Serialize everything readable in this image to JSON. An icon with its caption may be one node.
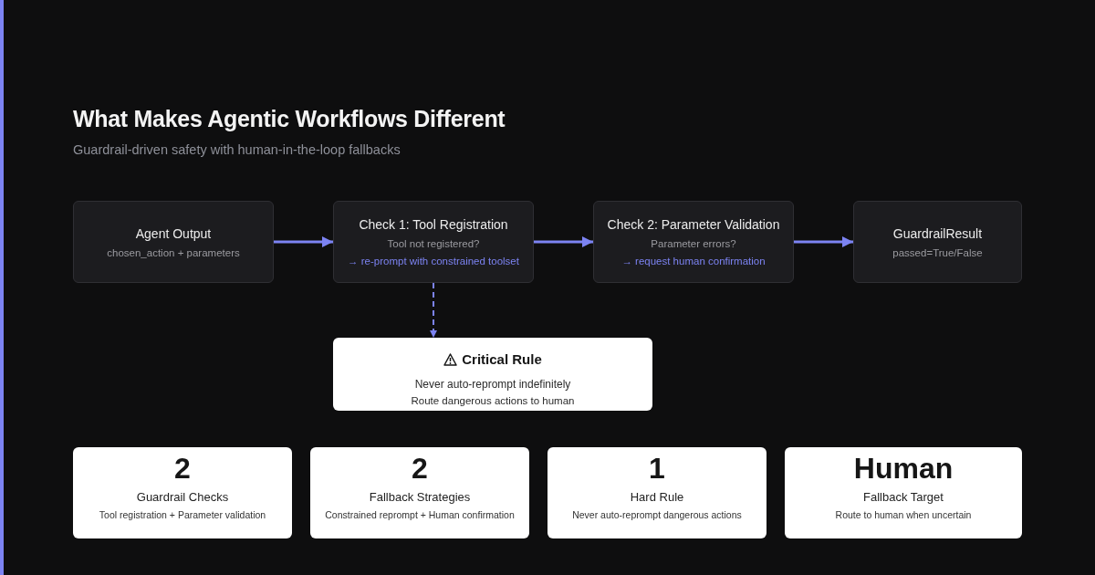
{
  "diagram": {
    "title": "What Makes Agentic Workflows Different",
    "nodes": [
      {
        "text": [
          "Agent Output",
          "chosen_action + parameters"
        ]
      },
      {
        "text": [
          "Check 1: Tool Registration",
          "Tool not registered?",
          "→ re-prompt with constrained toolset"
        ]
      },
      {
        "text": [
          "Check 2: Parameter Validation",
          "Parameter errors?",
          "→ request human confirmation"
        ]
      },
      {
        "text": [
          "GuardrailResult",
          "passed=True/False"
        ]
      },
      {
        "text": [
          "Critical Rule",
          "Never auto-reprompt indefinitely",
          "Route dangerous actions to human"
        ]
      },
      {
        "text": [
          "2",
          "Guardrail Checks",
          "Tool registration + Parameter validation"
        ]
      },
      {
        "text": [
          "2",
          "Fallback Strategies",
          "Constrained reprompt + Human confirmation"
        ]
      },
      {
        "text": [
          "1",
          "Hard Rule",
          "Never auto-reprompt dangerous actions"
        ]
      },
      {
        "text": [
          "Human",
          "Fallback Target",
          "Route to human when uncertain"
        ]
      }
    ],
    "edges": [
      {
        "from": 0,
        "to": 1,
        "arrow": "to"
      },
      {
        "from": 1,
        "to": 2,
        "arrow": "to"
      },
      {
        "from": 2,
        "to": 3,
        "arrow": "to"
      },
      {
        "from": 1,
        "to": 4,
        "arrow": "to",
        "style": "dashed"
      }
    ],
    "labels": [
      "Guardrail-driven safety with human-in-the-loop fallbacks"
    ]
  }
}
